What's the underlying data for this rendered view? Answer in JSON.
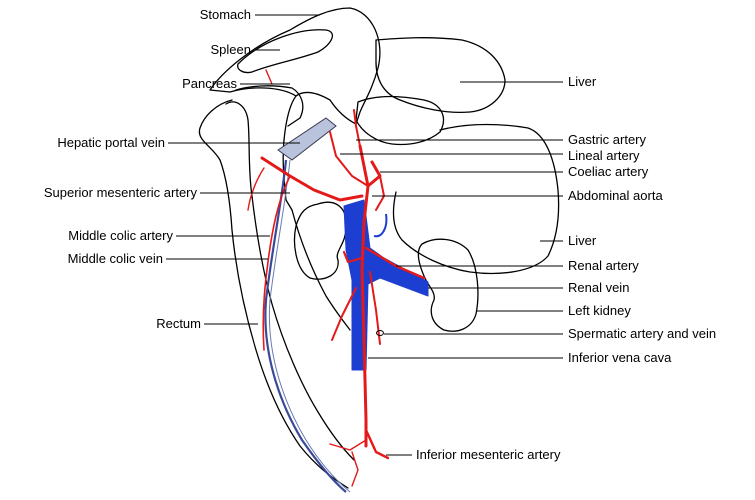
{
  "diagram": {
    "labels_left": {
      "stomach": "Stomach",
      "spleen": "Spleen",
      "pancreas": "Pancreas",
      "hepatic_portal_vein": "Hepatic portal vein",
      "superior_mesenteric_artery": "Superior mesenteric artery",
      "middle_colic_artery": "Middle colic artery",
      "middle_colic_vein": "Middle colic vein",
      "rectum": "Rectum"
    },
    "labels_right": {
      "liver_upper": "Liver",
      "gastric_artery": "Gastric artery",
      "lineal_artery": "Lineal artery",
      "coeliac_artery": "Coeliac artery",
      "abdominal_aorta": "Abdominal aorta",
      "liver_lower": "Liver",
      "renal_artery": "Renal artery",
      "renal_vein": "Renal vein",
      "left_kidney": "Left kidney",
      "spermatic_artery_and_vein": "Spermatic artery and vein",
      "inferior_vena_cava": "Inferior vena cava",
      "inferior_mesenteric_artery": "Inferior mesenteric artery"
    },
    "colors": {
      "artery": "#e41a1a",
      "vein": "#1c3fd1",
      "outline": "#000000"
    }
  }
}
